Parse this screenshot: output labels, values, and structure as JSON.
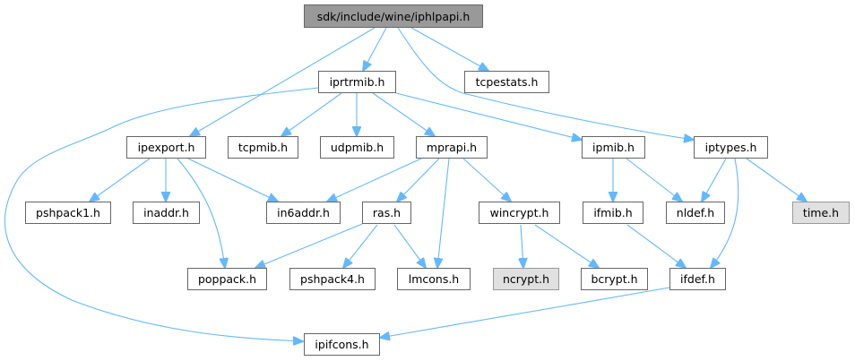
{
  "graph": {
    "edge_color": "#63b8ff",
    "nodes": {
      "root": "sdk/include/wine/iphlpapi.h",
      "iprtrmib": "iprtrmib.h",
      "tcpestats": "tcpestats.h",
      "ipexport": "ipexport.h",
      "tcpmib": "tcpmib.h",
      "udpmib": "udpmib.h",
      "mprapi": "mprapi.h",
      "ipmib": "ipmib.h",
      "iptypes": "iptypes.h",
      "pshpack1": "pshpack1.h",
      "inaddr": "inaddr.h",
      "in6addr": "in6addr.h",
      "ras": "ras.h",
      "wincrypt": "wincrypt.h",
      "ifmib": "ifmib.h",
      "nldef": "nldef.h",
      "time": "time.h",
      "poppack": "poppack.h",
      "pshpack4": "pshpack4.h",
      "lmcons": "lmcons.h",
      "ncrypt": "ncrypt.h",
      "bcrypt": "bcrypt.h",
      "ifdef": "ifdef.h",
      "ipifcons": "ipifcons.h"
    }
  }
}
